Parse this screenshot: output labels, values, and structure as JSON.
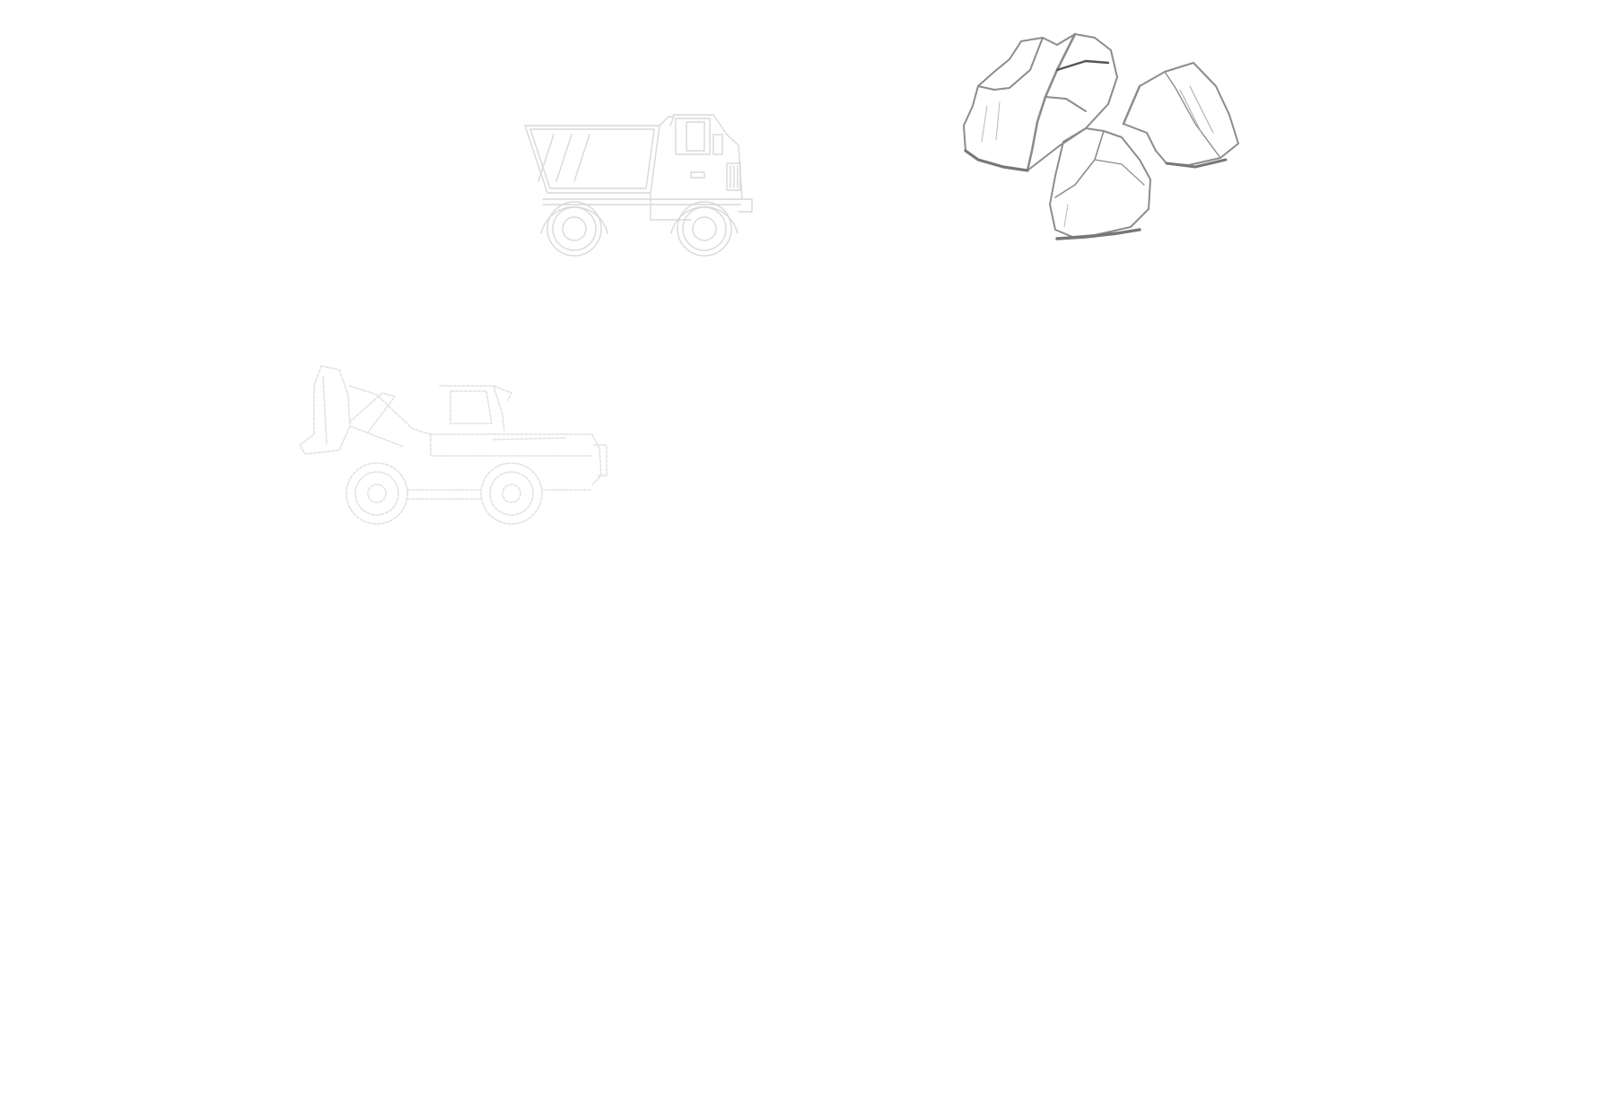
{
  "page": {
    "background": "#ffffff"
  },
  "illustrations": [
    {
      "icon": "dump-truck-icon",
      "style": "light gray outline sketch",
      "stroke_color": "#d9d9d9"
    },
    {
      "icon": "rocks-icon",
      "style": "gray pencil sketch",
      "stroke_color": "#8c8c8c"
    },
    {
      "icon": "wheel-loader-icon",
      "style": "faint dotted outline sketch",
      "stroke_color": "#e2e2e2"
    }
  ]
}
